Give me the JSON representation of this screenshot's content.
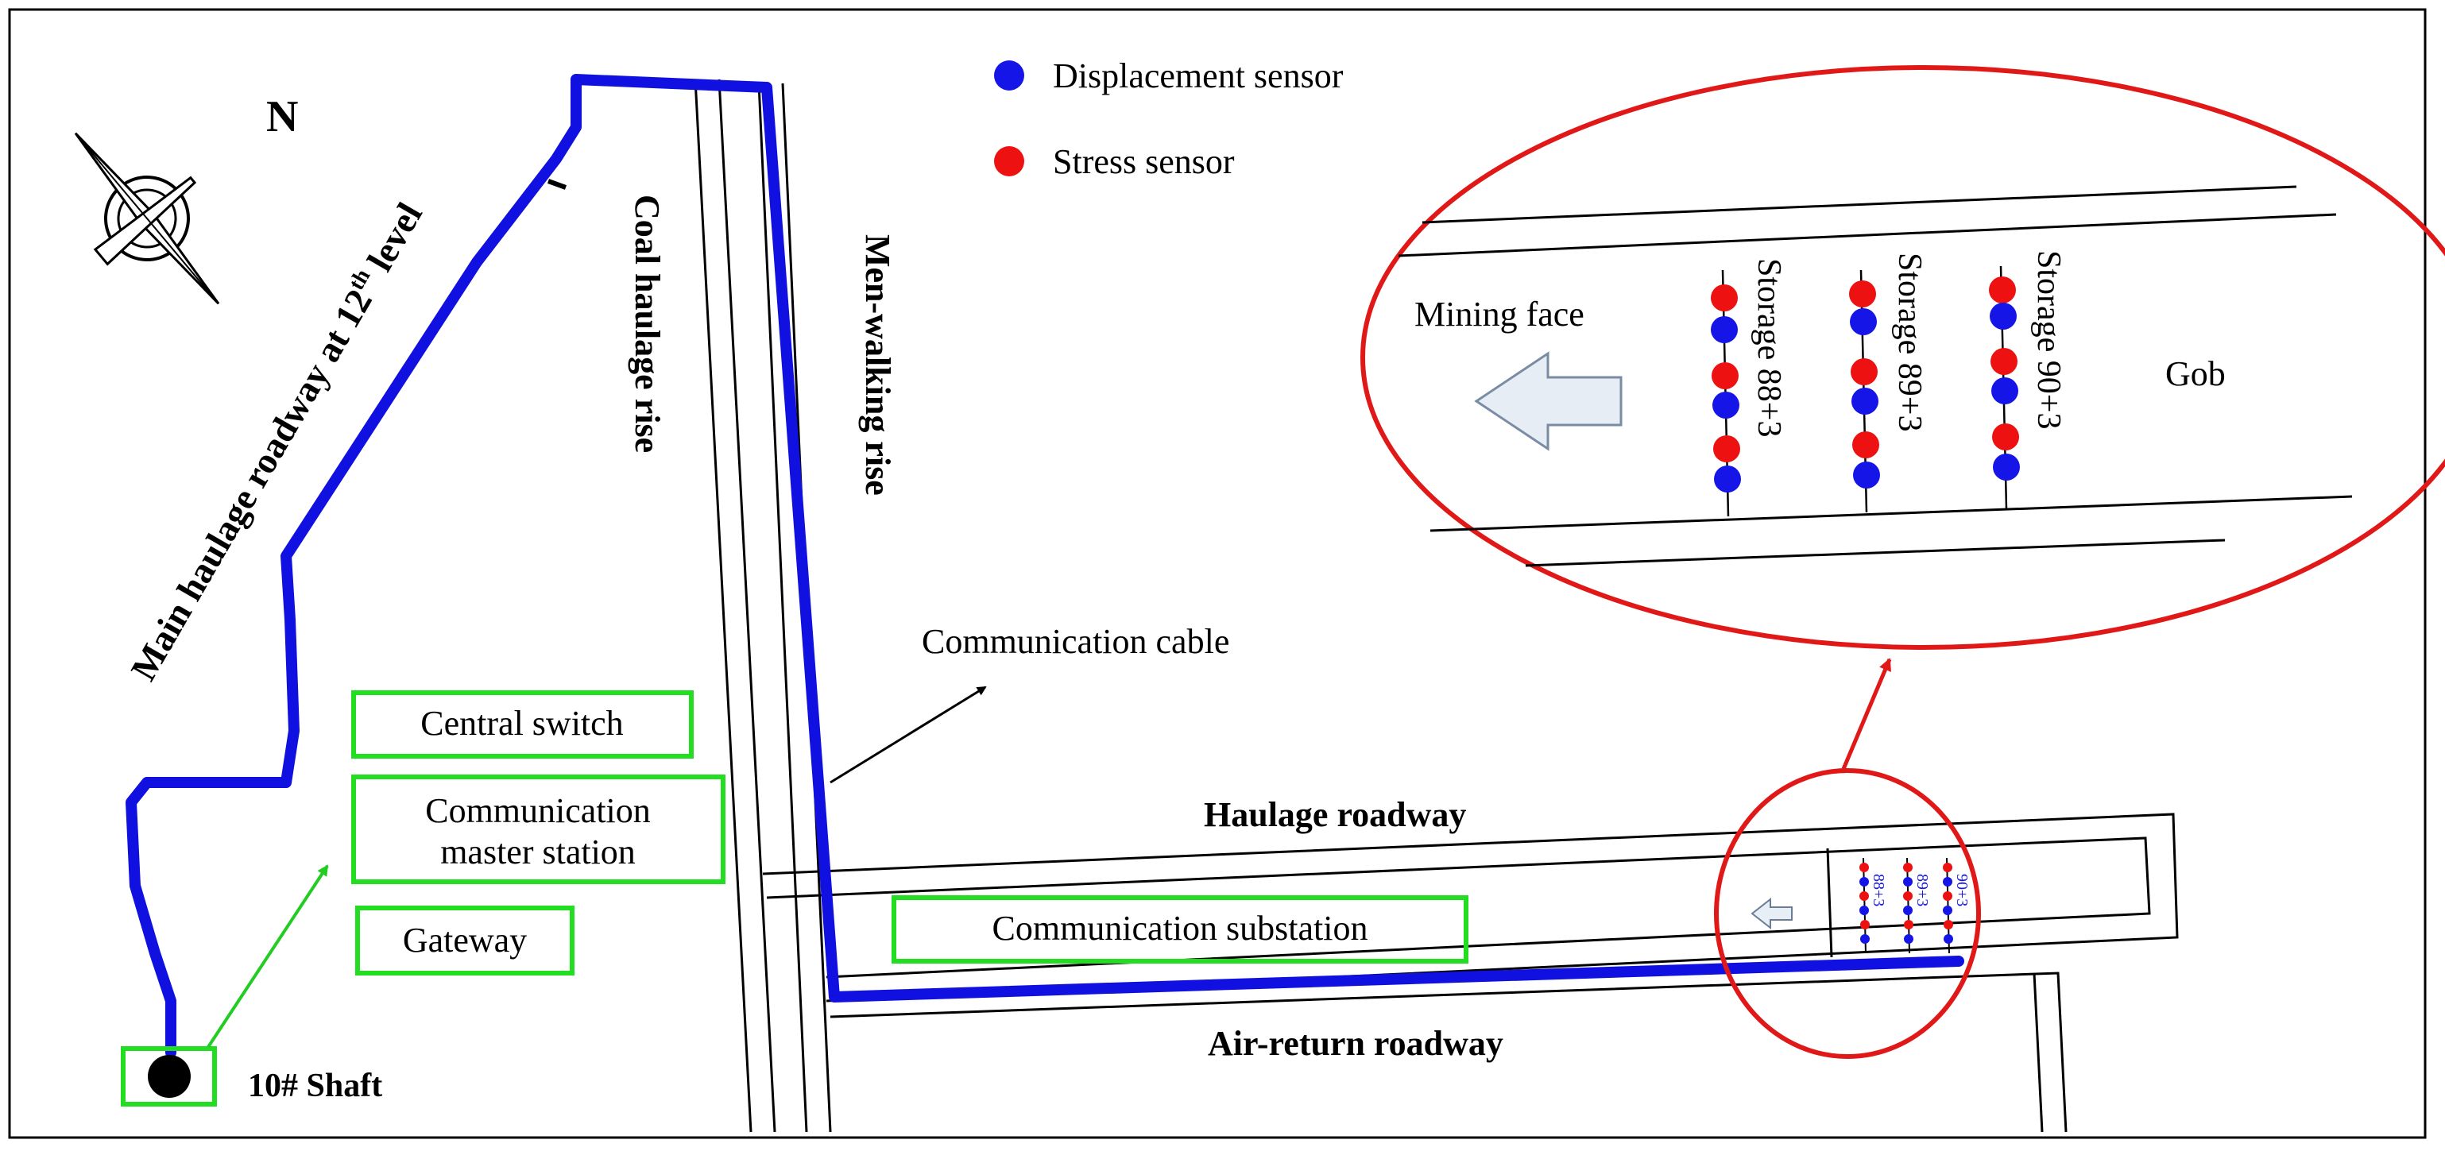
{
  "legend": {
    "displacement": "Displacement sensor",
    "stress": "Stress sensor"
  },
  "compass": {
    "north": "N"
  },
  "labels": {
    "main_haulage": "Main haulage roadway at 12",
    "main_haulage_sup": "th",
    "main_haulage_tail": " level",
    "coal_rise": "Coal haulage rise",
    "men_rise": "Men-walking rise",
    "comm_cable": "Communication cable",
    "haulage_roadway": "Haulage roadway",
    "air_return": "Air-return roadway",
    "shaft": "10# Shaft",
    "mining_face": "Mining face",
    "gob": "Gob"
  },
  "boxes": {
    "central_switch": "Central switch",
    "master_station_line1": "Communication",
    "master_station_line2": "master station",
    "gateway": "Gateway",
    "substation": "Communication substation"
  },
  "storages": [
    "Storage 88+3",
    "Storage 89+3",
    "Storage 90+3"
  ],
  "storages_small": [
    "88+3",
    "89+3",
    "90+3"
  ],
  "colors": {
    "cable": "#1010e0",
    "displacement": "#1515e8",
    "stress": "#ee1111",
    "callout": "#e01818",
    "box": "#22dd22",
    "arrow_green": "#22cc22"
  }
}
